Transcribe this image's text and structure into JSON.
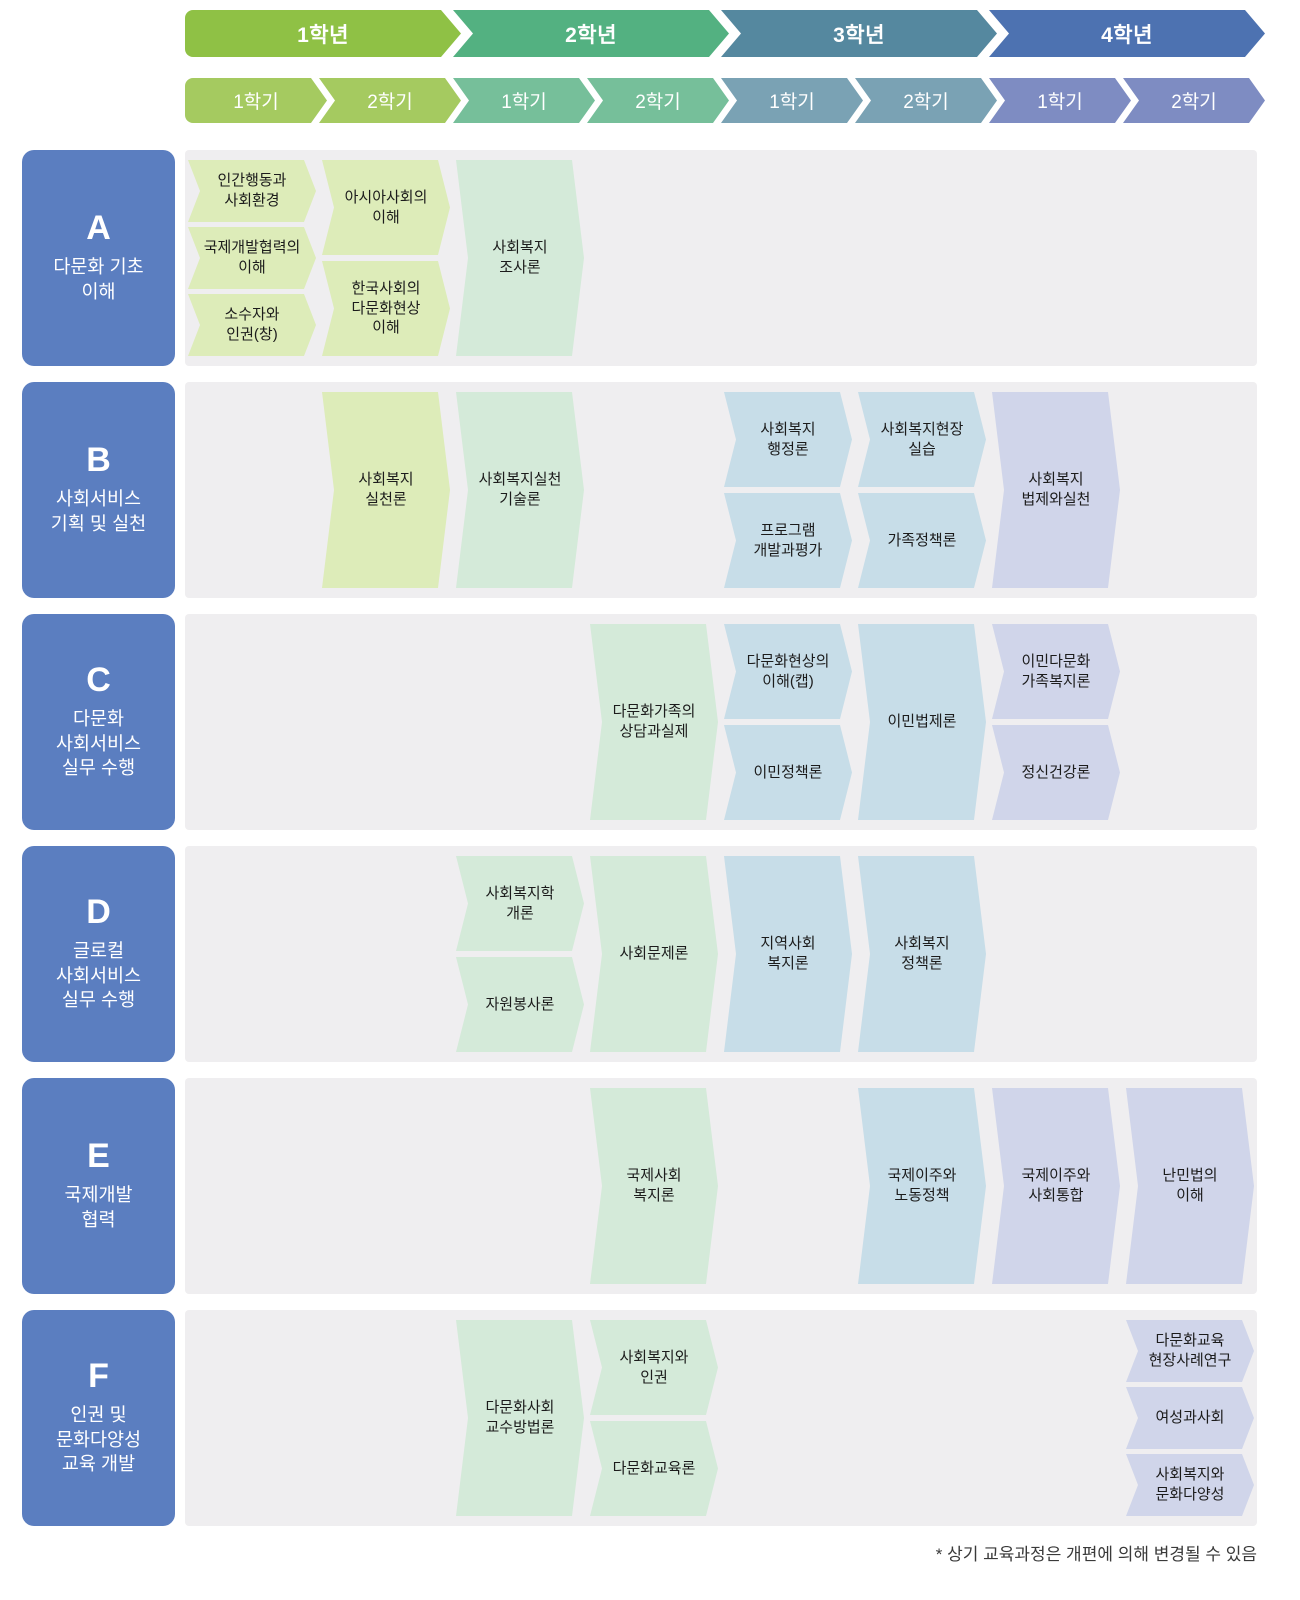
{
  "palette": {
    "year1": "#8fc145",
    "year2": "#53b181",
    "year3": "#55889f",
    "year4": "#4d72b1",
    "category_blue": "#5b7ec0",
    "row_background": "#efeef0",
    "card_year1": "#ddecb9",
    "card_year2": "#d4ead9",
    "card_year3": "#c7dde8",
    "card_year4": "#d0d5ea"
  },
  "header": {
    "years": [
      {
        "label": "1학년"
      },
      {
        "label": "2학년"
      },
      {
        "label": "3학년"
      },
      {
        "label": "4학년"
      }
    ],
    "semesters": [
      {
        "label": "1학기"
      },
      {
        "label": "2학기"
      },
      {
        "label": "1학기"
      },
      {
        "label": "2학기"
      },
      {
        "label": "1학기"
      },
      {
        "label": "2학기"
      },
      {
        "label": "1학기"
      },
      {
        "label": "2학기"
      }
    ]
  },
  "categories": [
    {
      "letter": "A",
      "title": "다문화 기초\n이해"
    },
    {
      "letter": "B",
      "title": "사회서비스\n기획 및 실천"
    },
    {
      "letter": "C",
      "title": "다문화\n사회서비스\n실무 수행"
    },
    {
      "letter": "D",
      "title": "글로컬\n사회서비스\n실무 수행"
    },
    {
      "letter": "E",
      "title": "국제개발\n협력"
    },
    {
      "letter": "F",
      "title": "인권 및\n문화다양성\n교육 개발"
    }
  ],
  "rows": [
    {
      "cards": [
        {
          "label": "인간행동과\n사회환경"
        },
        {
          "label": "국제개발협력의\n이해"
        },
        {
          "label": "소수자와\n인권(창)"
        },
        {
          "label": "아시아사회의\n이해"
        },
        {
          "label": "한국사회의\n다문화현상\n이해"
        },
        {
          "label": "사회복지\n조사론"
        }
      ]
    },
    {
      "cards": [
        {
          "label": "사회복지\n실천론"
        },
        {
          "label": "사회복지실천\n기술론"
        },
        {
          "label": "사회복지\n행정론"
        },
        {
          "label": "프로그램\n개발과평가"
        },
        {
          "label": "사회복지현장\n실습"
        },
        {
          "label": "가족정책론"
        },
        {
          "label": "사회복지\n법제와실천"
        }
      ]
    },
    {
      "cards": [
        {
          "label": "다문화가족의\n상담과실제"
        },
        {
          "label": "다문화현상의\n이해(캡)"
        },
        {
          "label": "이민정책론"
        },
        {
          "label": "이민법제론"
        },
        {
          "label": "이민다문화\n가족복지론"
        },
        {
          "label": "정신건강론"
        }
      ]
    },
    {
      "cards": [
        {
          "label": "사회복지학\n개론"
        },
        {
          "label": "자원봉사론"
        },
        {
          "label": "사회문제론"
        },
        {
          "label": "지역사회\n복지론"
        },
        {
          "label": "사회복지\n정책론"
        }
      ]
    },
    {
      "cards": [
        {
          "label": "국제사회\n복지론"
        },
        {
          "label": "국제이주와\n노동정책"
        },
        {
          "label": "국제이주와\n사회통합"
        },
        {
          "label": "난민법의\n이해"
        }
      ]
    },
    {
      "cards": [
        {
          "label": "다문화사회\n교수방법론"
        },
        {
          "label": "사회복지와\n인권"
        },
        {
          "label": "다문화교육론"
        },
        {
          "label": "다문화교육\n현장사례연구"
        },
        {
          "label": "여성과사회"
        },
        {
          "label": "사회복지와\n문화다양성"
        }
      ]
    }
  ],
  "footnote": "* 상기 교육과정은 개편에 의해 변경될 수 있음"
}
